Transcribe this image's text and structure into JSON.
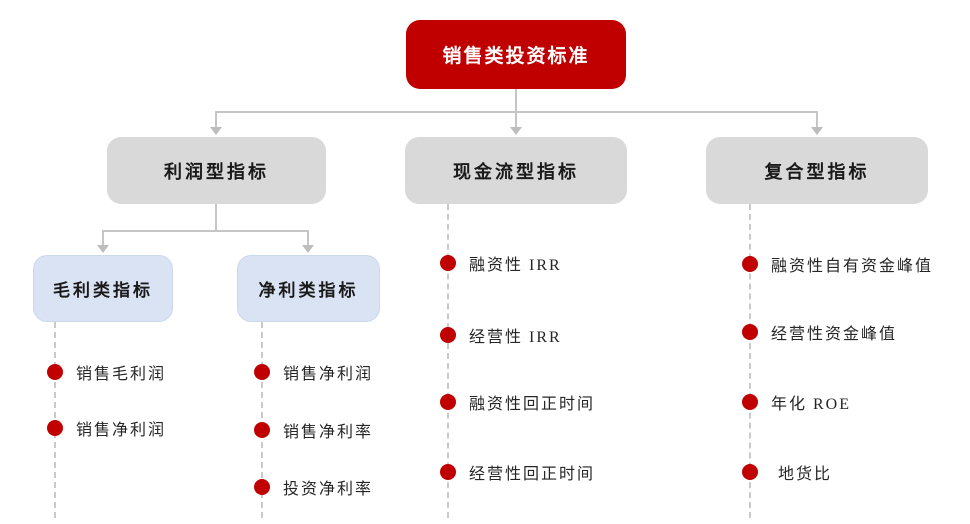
{
  "colors": {
    "accent_red": "#C00000",
    "box_gray": "#D9D9D9",
    "box_blue": "#DAE3F3",
    "connector_gray": "#C5C5C5",
    "item_text": "#262626",
    "root_text": "#FFFFFF"
  },
  "diagram": {
    "root": {
      "label": "销售类投资标准"
    },
    "branches": [
      {
        "label": "利润型指标",
        "children": [
          {
            "label": "毛利类指标",
            "items": [
              "销售毛利润",
              "销售净利润"
            ]
          },
          {
            "label": "净利类指标",
            "items": [
              "销售净利润",
              "销售净利率",
              "投资净利率"
            ]
          }
        ]
      },
      {
        "label": "现金流型指标",
        "items": [
          "融资性 IRR",
          "经营性 IRR",
          "融资性回正时间",
          "经营性回正时间"
        ]
      },
      {
        "label": "复合型指标",
        "items": [
          "融资性自有资金峰值",
          "经营性资金峰值",
          "年化 ROE",
          "地货比"
        ]
      }
    ]
  }
}
